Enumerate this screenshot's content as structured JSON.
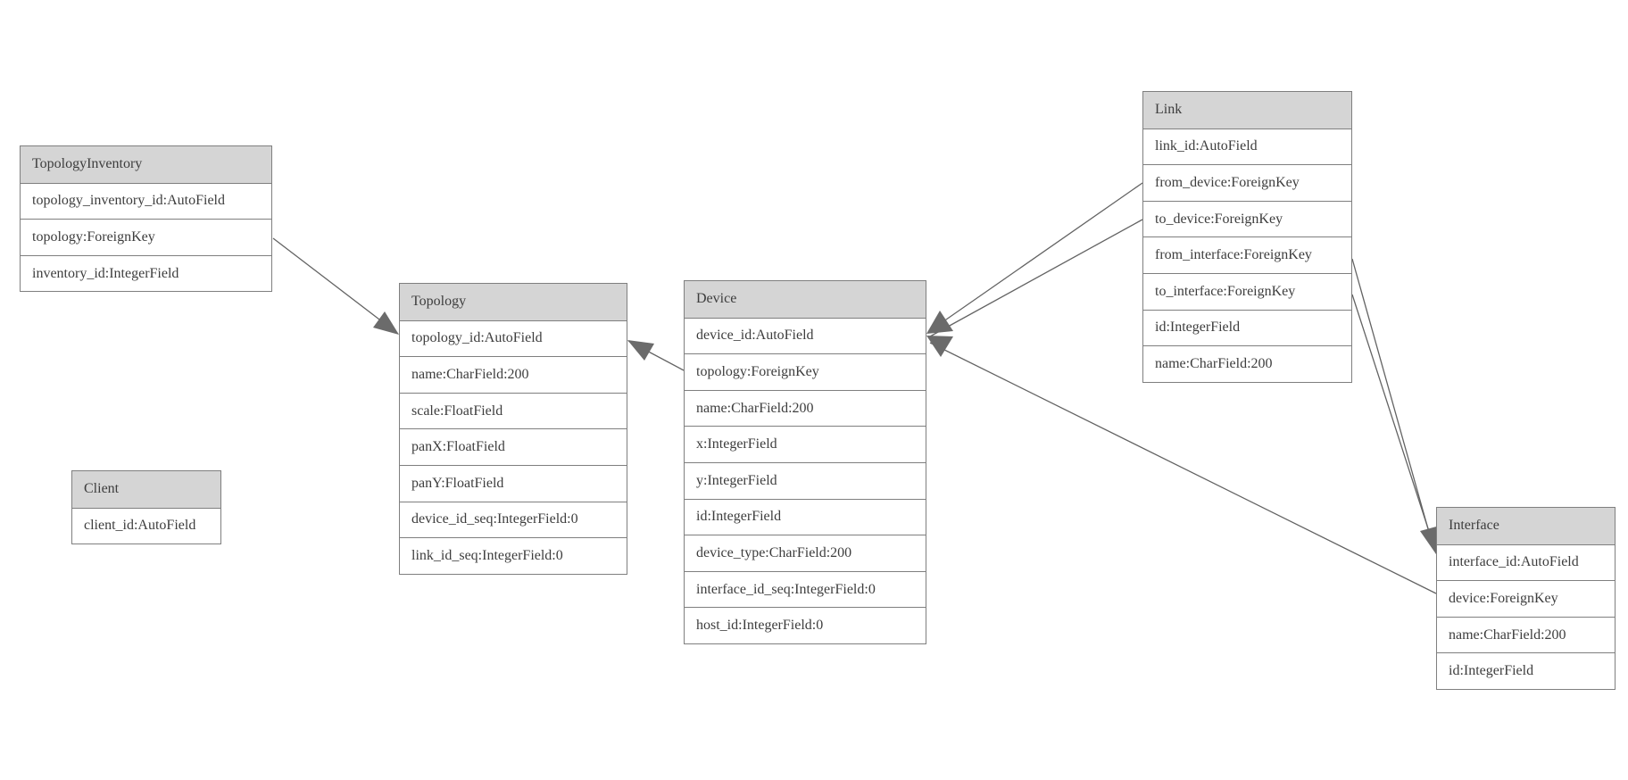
{
  "colors": {
    "background": "#ffffff",
    "header_fill": "#d5d5d5",
    "border": "#7f7f7f",
    "text": "#3d3d3d",
    "line": "#636363",
    "arrow_fill": "#6b6b6b"
  },
  "entities": {
    "topology_inventory": {
      "title": "TopologyInventory",
      "fields": [
        "topology_inventory_id:AutoField",
        "topology:ForeignKey",
        "inventory_id:IntegerField"
      ]
    },
    "topology": {
      "title": "Topology",
      "fields": [
        "topology_id:AutoField",
        "name:CharField:200",
        "scale:FloatField",
        "panX:FloatField",
        "panY:FloatField",
        "device_id_seq:IntegerField:0",
        "link_id_seq:IntegerField:0"
      ]
    },
    "client": {
      "title": "Client",
      "fields": [
        "client_id:AutoField"
      ]
    },
    "device": {
      "title": "Device",
      "fields": [
        "device_id:AutoField",
        "topology:ForeignKey",
        "name:CharField:200",
        "x:IntegerField",
        "y:IntegerField",
        "id:IntegerField",
        "device_type:CharField:200",
        "interface_id_seq:IntegerField:0",
        "host_id:IntegerField:0"
      ]
    },
    "link": {
      "title": "Link",
      "fields": [
        "link_id:AutoField",
        "from_device:ForeignKey",
        "to_device:ForeignKey",
        "from_interface:ForeignKey",
        "to_interface:ForeignKey",
        "id:IntegerField",
        "name:CharField:200"
      ]
    },
    "interface": {
      "title": "Interface",
      "fields": [
        "interface_id:AutoField",
        "device:ForeignKey",
        "name:CharField:200",
        "id:IntegerField"
      ]
    }
  },
  "relationships": [
    {
      "from": "TopologyInventory.topology",
      "to": "Topology.topology_id"
    },
    {
      "from": "Device.topology",
      "to": "Topology.topology_id"
    },
    {
      "from": "Link.from_device",
      "to": "Device.device_id"
    },
    {
      "from": "Link.to_device",
      "to": "Device.device_id"
    },
    {
      "from": "Interface.device",
      "to": "Device.device_id"
    },
    {
      "from": "Link.from_interface",
      "to": "Interface.interface_id"
    },
    {
      "from": "Link.to_interface",
      "to": "Interface.interface_id"
    }
  ]
}
